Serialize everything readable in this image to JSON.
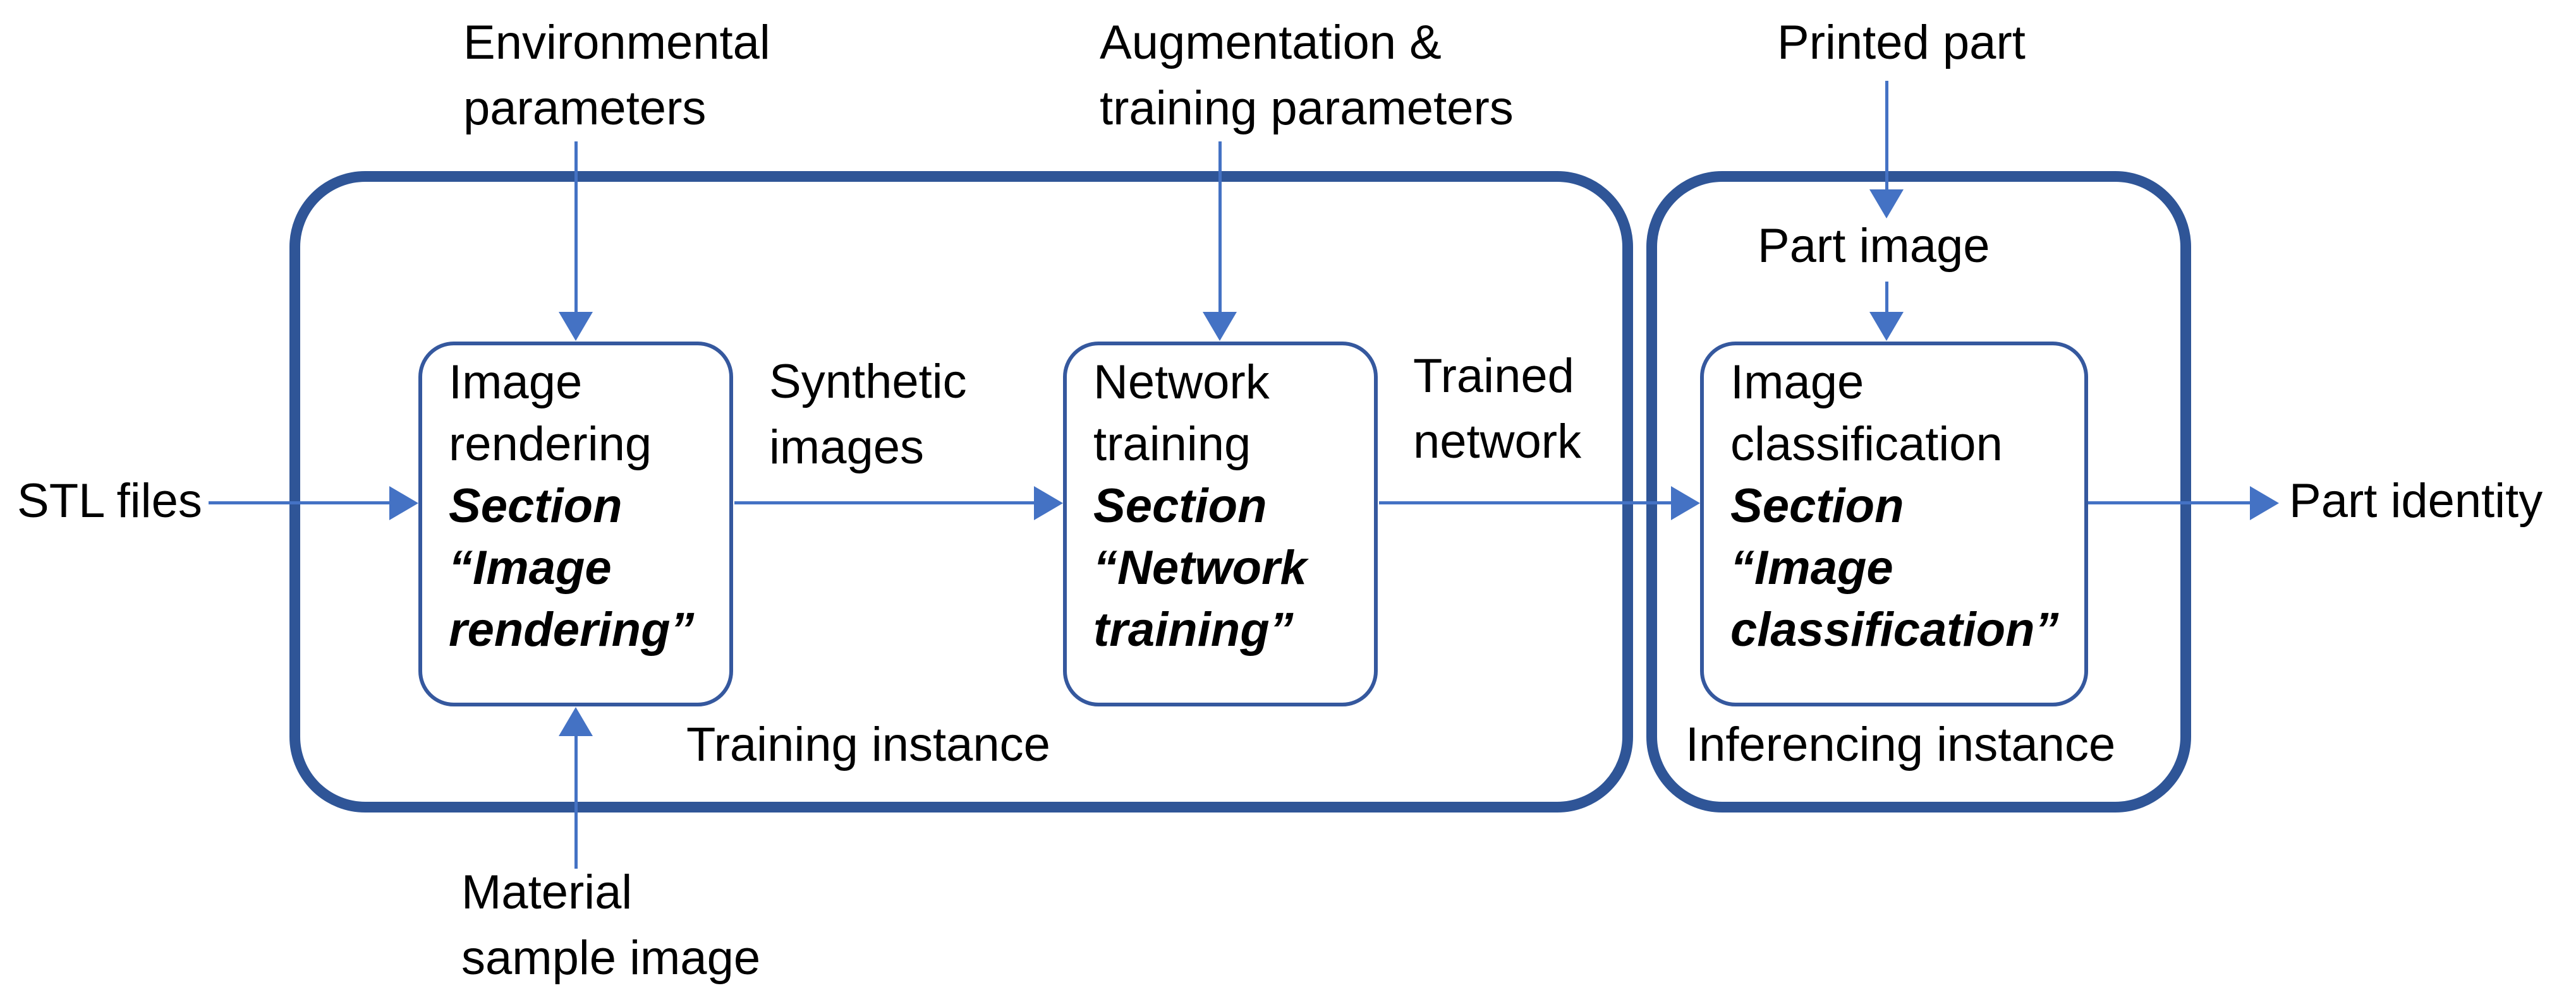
{
  "colors": {
    "container_border": "#2F5597",
    "process_box_border": "#35589E",
    "arrow": "#4472C4",
    "text": "#000000",
    "background": "#FFFFFF"
  },
  "containers": {
    "training": {
      "label": "Training instance"
    },
    "inferencing": {
      "label": "Inferencing instance"
    }
  },
  "boxes": {
    "image_rendering": {
      "lines_normal": [
        "Image",
        "rendering"
      ],
      "lines_section": [
        "Section",
        "“Image",
        "rendering”"
      ]
    },
    "network_training": {
      "lines_normal": [
        "Network",
        "training"
      ],
      "lines_section": [
        "Section",
        "“Network",
        "training”"
      ]
    },
    "image_classification": {
      "lines_normal": [
        "Image",
        "classification"
      ],
      "lines_section": [
        "Section",
        "“Image",
        "classification”"
      ]
    }
  },
  "labels": {
    "environmental_parameters": {
      "line1": "Environmental",
      "line2": "parameters"
    },
    "augmentation_training_parameters": {
      "line1": "Augmentation &",
      "line2": "training parameters"
    },
    "printed_part": "Printed part",
    "stl_files": "STL files",
    "synthetic_images": {
      "line1": "Synthetic",
      "line2": "images"
    },
    "trained_network": {
      "line1": "Trained",
      "line2": "network"
    },
    "part_image": "Part image",
    "part_identity": "Part identity",
    "material_sample_image": {
      "line1": "Material",
      "line2": "sample image"
    }
  }
}
